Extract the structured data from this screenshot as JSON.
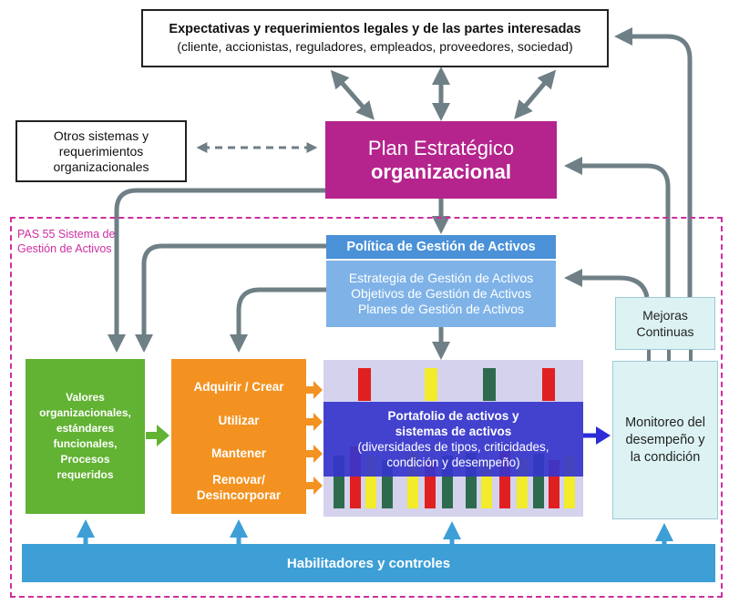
{
  "expectations": {
    "title": "Expectativas y requerimientos legales y de las partes interesadas",
    "subtitle": "(cliente, accionistas, reguladores, empleados, proveedores, sociedad)"
  },
  "other_systems": {
    "lines": [
      "Otros sistemas y",
      "requerimientos",
      "organizacionales"
    ]
  },
  "strategic_plan": {
    "line1": "Plan Estratégico",
    "line2": "organizacional",
    "color": "#b5248d"
  },
  "pas55": {
    "label": "PAS 55 Sistema de Gestión de Activos",
    "border_color": "#cc2ea0"
  },
  "policy": {
    "title": "Política de Gestión de Activos",
    "lines": [
      "Estrategia de Gestión de Activos",
      "Objetivos de Gestión de Activos",
      "Planes de Gestión de Activos"
    ]
  },
  "improvement": {
    "lines": [
      "Mejoras",
      "Continuas"
    ]
  },
  "monitoring": {
    "lines": [
      "Monitoreo del",
      "desempeño y",
      "la condición"
    ]
  },
  "values": {
    "lines": [
      "Valores",
      "organizacionales,",
      "estándares",
      "funcionales,",
      "Procesos",
      "requeridos"
    ],
    "color": "#62b233"
  },
  "lifecycle": {
    "items": [
      {
        "label": "Adquirir / Crear"
      },
      {
        "label": "Utilizar"
      },
      {
        "label": "Mantener"
      },
      {
        "label": "Renovar/ Desincorporar"
      }
    ],
    "color": "#f39221"
  },
  "portfolio": {
    "title_lines": [
      "Portafolio de activos y",
      "sistemas de activos"
    ],
    "desc_lines": [
      "(diversidades de tipos, criticidades,",
      "condición y desempeño)"
    ],
    "bar_colors": {
      "red": "#e02020",
      "yellow": "#f2ec2a",
      "green": "#2e6b4e"
    }
  },
  "enablers": {
    "label": "Habilitadores y controles",
    "color": "#3d9fd6"
  },
  "arrow_colors": {
    "gray": "#6f7f86",
    "blue": "#2c2cd8",
    "green": "#62b233",
    "orange": "#f39221",
    "light_blue": "#3d9fd6"
  }
}
